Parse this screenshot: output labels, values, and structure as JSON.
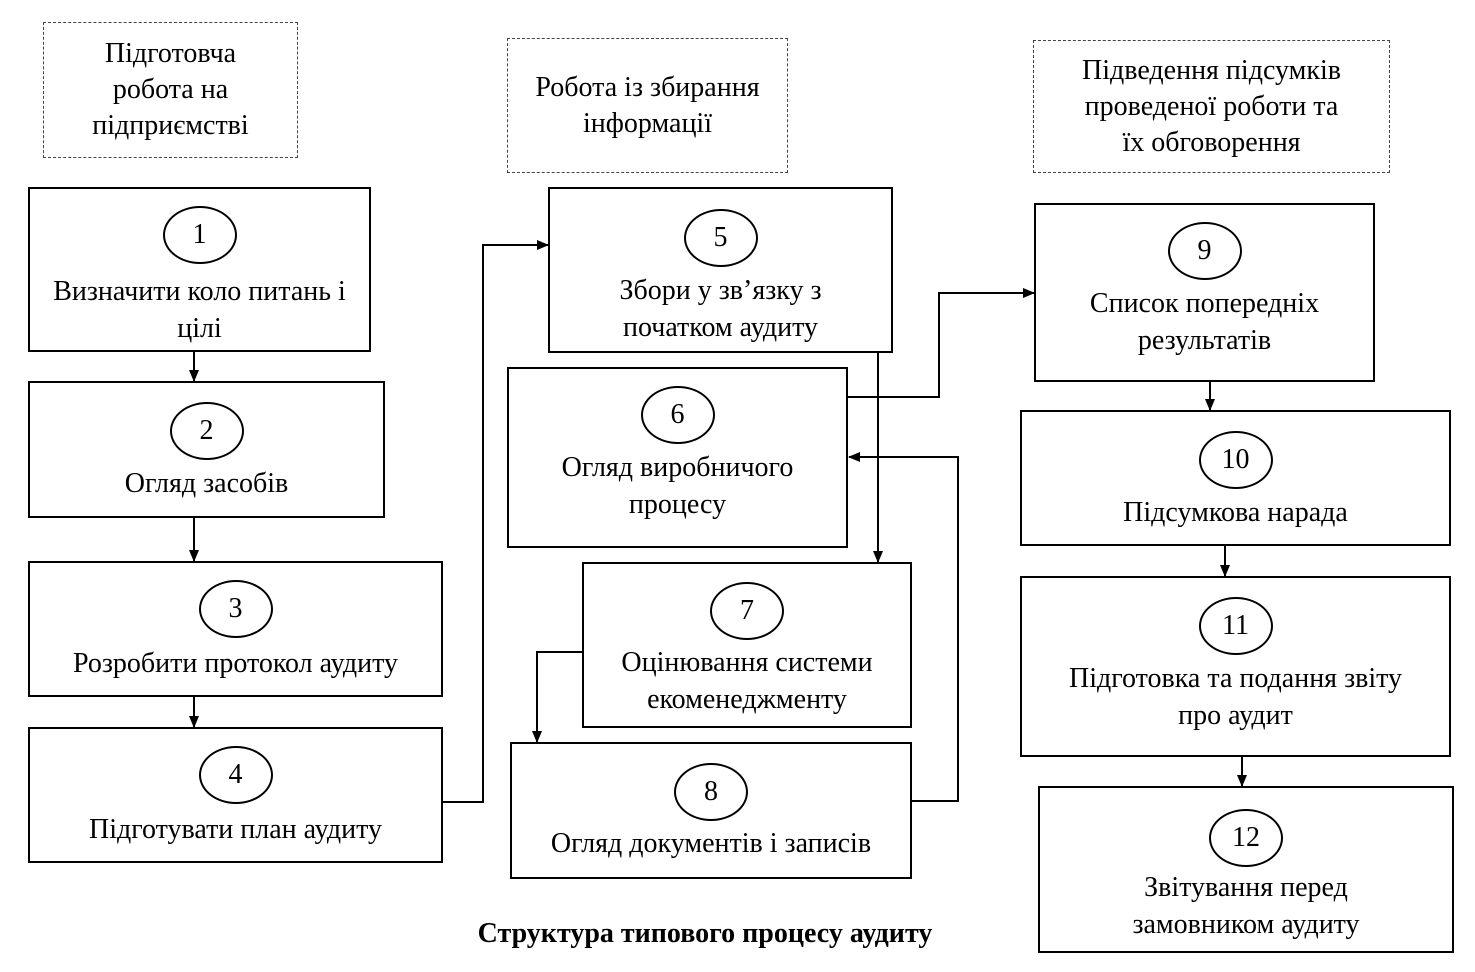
{
  "phases": {
    "preparation": "Підготовча\nробота на\nпідприємстві",
    "collection": "Робота із збирання\nінформації",
    "summary": "Підведення підсумків\nпроведеної роботи та\nїх обговорення"
  },
  "steps": [
    {
      "num": "1",
      "label": "Визначити коло питань і\nцілі"
    },
    {
      "num": "2",
      "label": "Огляд засобів"
    },
    {
      "num": "3",
      "label": "Розробити протокол аудиту"
    },
    {
      "num": "4",
      "label": "Підготувати план аудиту"
    },
    {
      "num": "5",
      "label": "Збори у зв’язку з\nпочатком аудиту"
    },
    {
      "num": "6",
      "label": "Огляд виробничого\nпроцесу"
    },
    {
      "num": "7",
      "label": "Оцінювання системи\nекоменеджменту"
    },
    {
      "num": "8",
      "label": "Огляд документів і записів"
    },
    {
      "num": "9",
      "label": "Список попередніх\nрезультатів"
    },
    {
      "num": "10",
      "label": "Підсумкова нарада"
    },
    {
      "num": "11",
      "label": "Підготовка та подання звіту\nпро аудит"
    },
    {
      "num": "12",
      "label": "Звітування перед\nзамовником аудиту"
    }
  ],
  "caption": "Структура типового процесу аудиту"
}
